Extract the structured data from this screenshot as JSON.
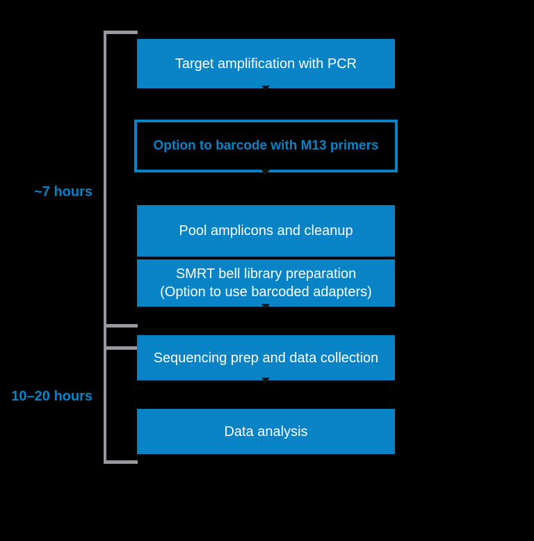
{
  "diagram": {
    "colors": {
      "background": "#000000",
      "accent_blue": "#0883C6",
      "bracket_gray": "#97999E",
      "box_text_white": "#FFFFFF",
      "arrow_dark": "#141414"
    },
    "time_labels": [
      {
        "text": "~7 hours"
      },
      {
        "text": "10–20 hours"
      }
    ],
    "steps": [
      {
        "label": "Target amplification with PCR",
        "variant": "filled"
      },
      {
        "label": "Option to barcode with M13 primers",
        "variant": "outlined"
      },
      {
        "label": "Pool amplicons and cleanup",
        "variant": "filled"
      },
      {
        "label": "SMRT bell library preparation",
        "label_line2": "(Option to use barcoded adapters)",
        "variant": "filled"
      },
      {
        "label": "Sequencing prep and data collection",
        "variant": "filled"
      },
      {
        "label": "Data analysis",
        "variant": "filled"
      }
    ]
  }
}
